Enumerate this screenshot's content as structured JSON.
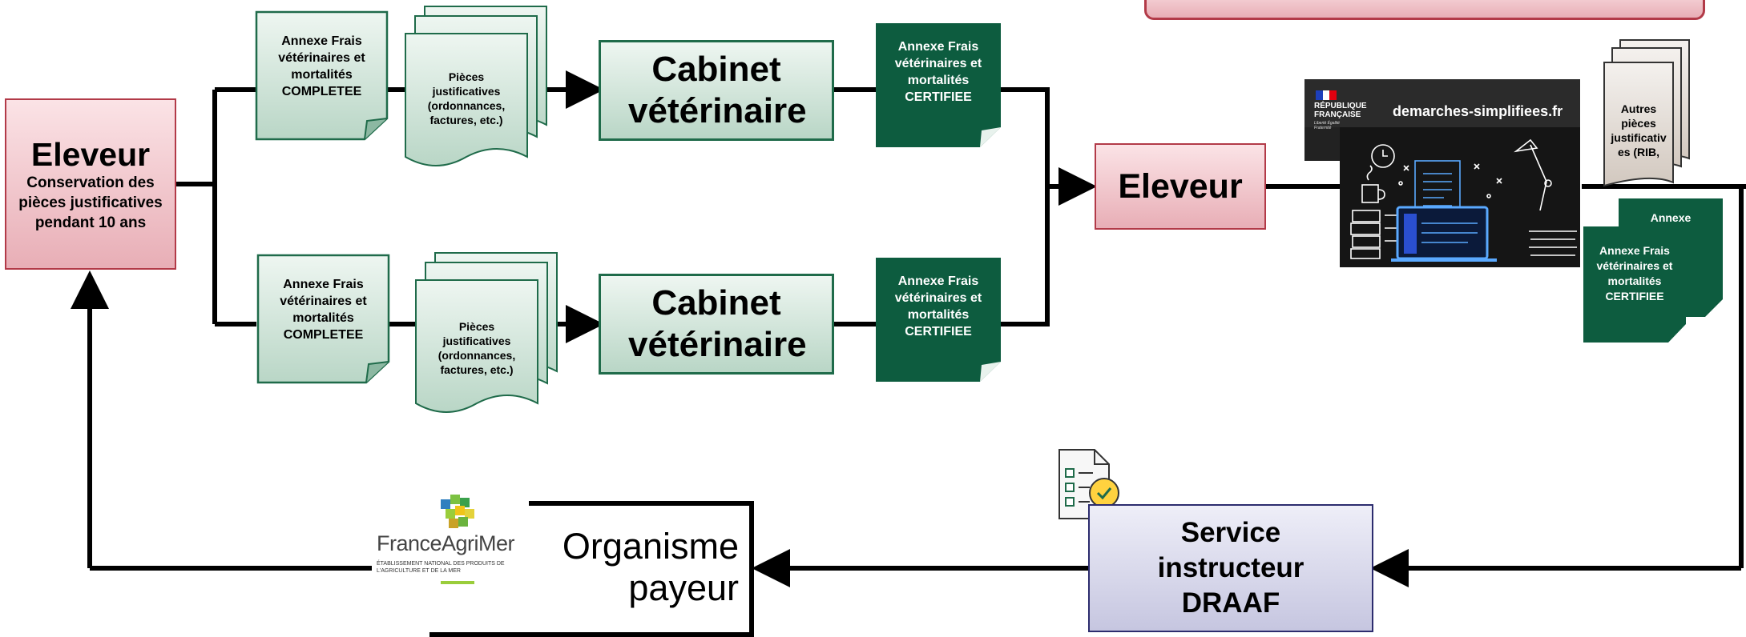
{
  "eleveur_left": {
    "title": "Eleveur",
    "subtitle": "Conservation des pièces justificatives pendant 10 ans"
  },
  "annexe_completee": "Annexe Frais vétérinaires et mortalités COMPLETEE",
  "pieces": "Pièces justificatives (ordonnances, factures, etc.)",
  "cabinet": "Cabinet vétérinaire",
  "annexe_certifiee": "Annexe Frais vétérinaires et mortalités CERTIFIEE",
  "annexe_certifiee_partial": "Annexe",
  "eleveur_mid": "Eleveur",
  "demarches": {
    "republique": "RÉPUBLIQUE FRANÇAISE",
    "devise": "Liberté Égalité Fraternité",
    "site": "demarches-simplifiees.fr"
  },
  "autres_pieces": "Autres pièces justificativ es (RIB,",
  "service": "Service instructeur DRAAF",
  "organisme": "Organisme payeur",
  "franceagrimer": {
    "name": "FranceAgriMer",
    "tagline": "ÉTABLISSEMENT NATIONAL DES PRODUITS DE L'AGRICULTURE ET DE LA MER"
  },
  "colors": {
    "pink_fill": "#f2c6cc",
    "pink_border": "#b23a48",
    "green_dark": "#0d5c3f",
    "green_light": "#cfe5d8",
    "lavender": "#dcdcef",
    "navy": "#2c2c6e"
  }
}
